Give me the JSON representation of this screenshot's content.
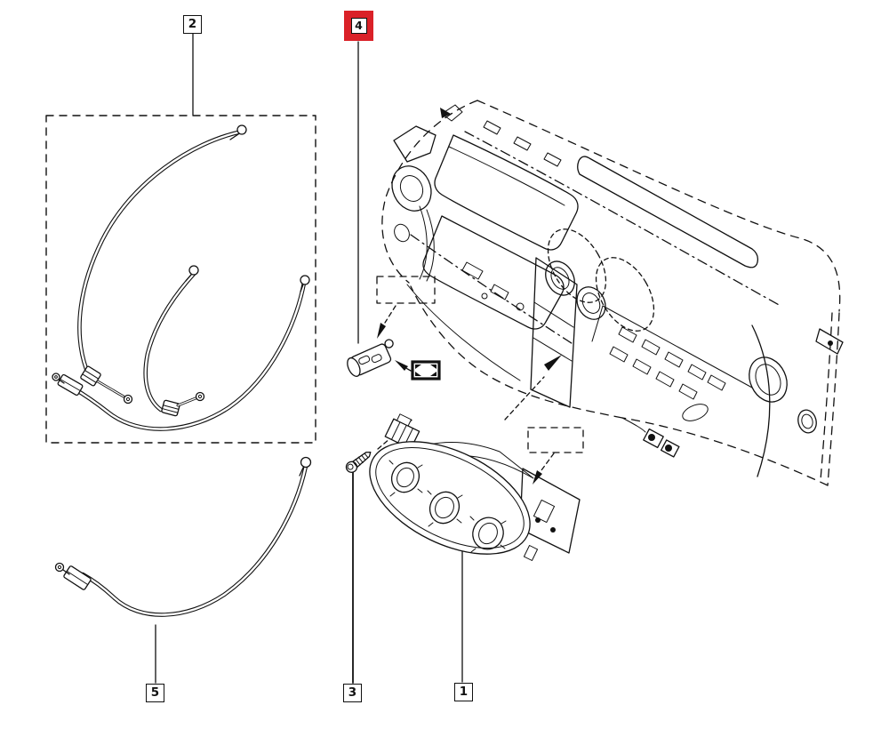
{
  "diagram": {
    "background_color": "#ffffff",
    "line_color": "#111111",
    "highlight_color": "#da2128",
    "callouts": {
      "c1": {
        "number": "1",
        "highlighted": false
      },
      "c2": {
        "number": "2",
        "highlighted": false
      },
      "c3": {
        "number": "3",
        "highlighted": false
      },
      "c4": {
        "number": "4",
        "highlighted": true
      },
      "c5": {
        "number": "5",
        "highlighted": false
      }
    }
  }
}
